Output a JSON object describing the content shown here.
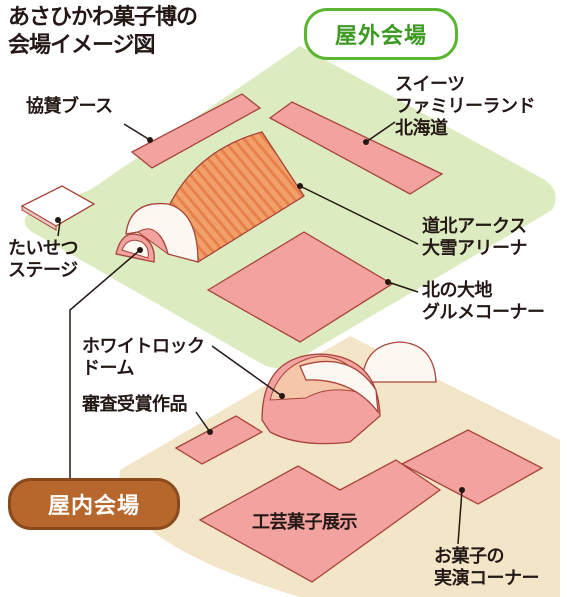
{
  "title": "あさひかわ菓子博の\n会場イメージ図",
  "venues": {
    "outdoor": "屋外会場",
    "indoor": "屋内会場"
  },
  "labels": {
    "sponsor_booth": "協賛ブース",
    "sweets_family_land": "スイーツ\nファミリーランド\n北海道",
    "taisetsu_stage": "たいせつ\nステージ",
    "arena": "道北アークス\n大雪アリーナ",
    "gourmet_corner": "北の大地\nグルメコーナー",
    "white_rock_dome": "ホワイトロック\nドーム",
    "award_works": "審査受賞作品",
    "craft_sweets": "工芸菓子展示",
    "live_demo": "お菓子の\n実演コーナー"
  },
  "colors": {
    "outdoor_ground": "#dcecc0",
    "indoor_ground": "#f3e6c8",
    "pavilion_fill": "#f2a3a0",
    "pavilion_stroke": "#a8443a",
    "arena_stripes": "#e8804a",
    "dome_white": "#fdf7f2",
    "outdoor_badge": "#5cb531",
    "indoor_badge": "#b7672c",
    "leader_line": "#231815"
  }
}
